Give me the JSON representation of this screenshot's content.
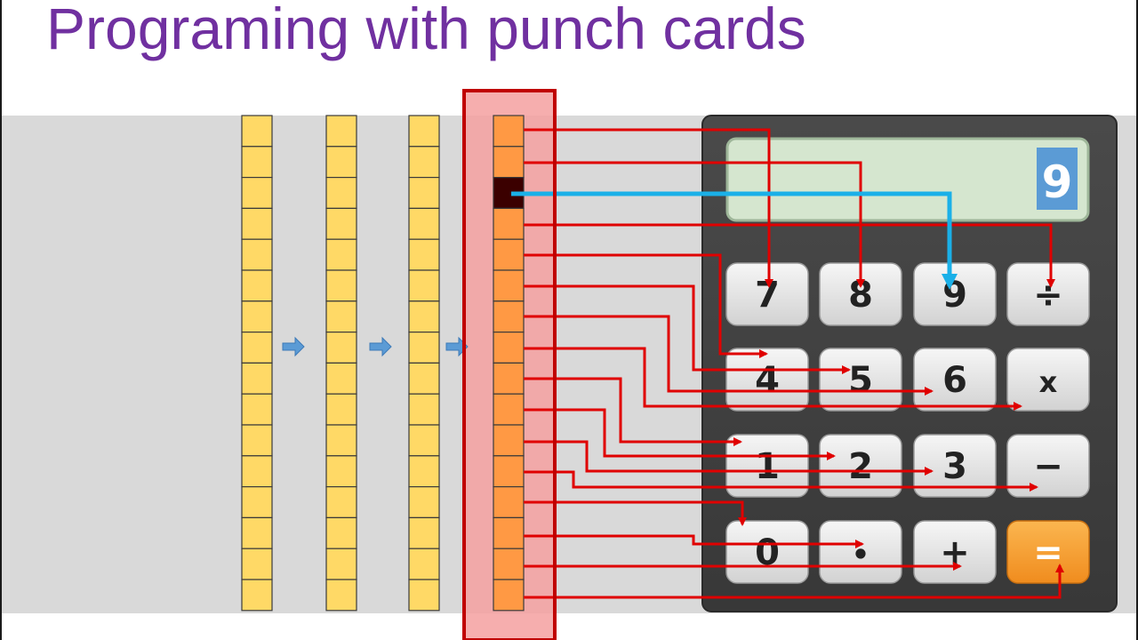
{
  "title": "Programing with punch cards",
  "card_columns": 4,
  "card_holes_per_column": 16,
  "active_column": 4,
  "punched_hole": 3,
  "display": {
    "value": "9"
  },
  "keypad": {
    "rows": [
      [
        "7",
        "8",
        "9",
        "÷"
      ],
      [
        "4",
        "5",
        "6",
        "x"
      ],
      [
        "1",
        "2",
        "3",
        "−"
      ],
      [
        "0",
        "•",
        "+",
        "="
      ]
    ],
    "highlighted_key": "="
  },
  "colors": {
    "title": "#7030a0",
    "card_cell": "#ffd966",
    "active_cell": "#ff9944",
    "punched_cell": "#3b0000",
    "selection_frame": "#c00000",
    "wire": "#e00000",
    "active_wire": "#1ab0e8",
    "advance_arrow": "#5b9bd5",
    "calculator_body": "#404040",
    "display_bg": "#d5e6cf",
    "display_digit_bg": "#5b9bd5",
    "key_bg": "#e8e8e8",
    "key_highlight": "#f7a030"
  }
}
